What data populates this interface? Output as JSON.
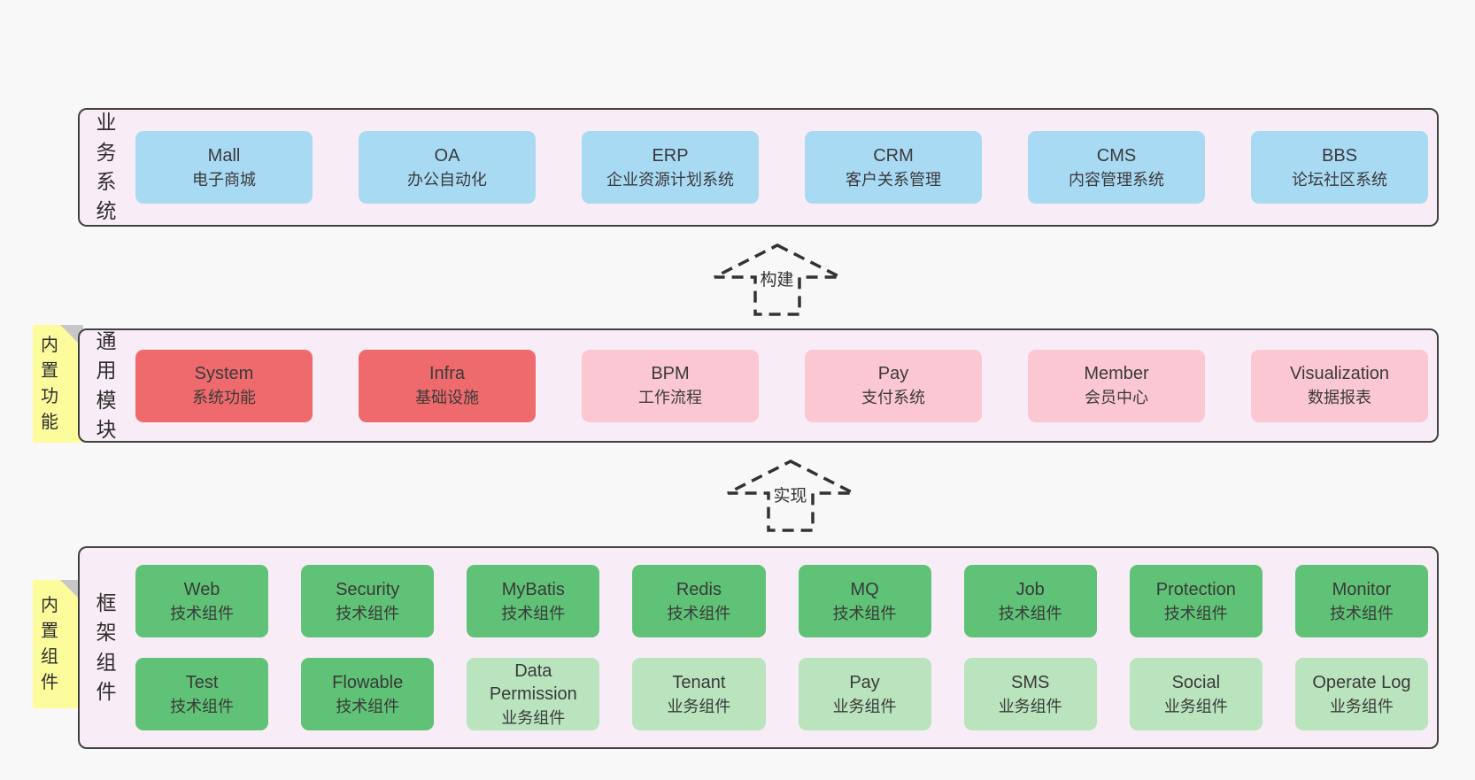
{
  "colors": {
    "page-bg": "#f8f8f8",
    "container-bg": "#f8edf6",
    "container-border": "#414141",
    "arrow": "#333333",
    "sticky": "#fcfc9d",
    "sticky-fold": "#c7c7c7",
    "text": "#3a3a3a",
    "blue": "#a9daf4",
    "red": "#ee6a6d",
    "pink": "#fbc7d2",
    "green": "#5fc276",
    "green-light": "#b9e4bd"
  },
  "arrows": [
    {
      "label": "构建"
    },
    {
      "label": "实现"
    }
  ],
  "layers": [
    {
      "label": "业务系统",
      "sticky": null,
      "rows": [
        [
          {
            "title": "Mall",
            "subtitle": "电子商城",
            "variant": "blue"
          },
          {
            "title": "OA",
            "subtitle": "办公自动化",
            "variant": "blue"
          },
          {
            "title": "ERP",
            "subtitle": "企业资源计划系统",
            "variant": "blue"
          },
          {
            "title": "CRM",
            "subtitle": "客户关系管理",
            "variant": "blue"
          },
          {
            "title": "CMS",
            "subtitle": "内容管理系统",
            "variant": "blue"
          },
          {
            "title": "BBS",
            "subtitle": "论坛社区系统",
            "variant": "blue"
          }
        ]
      ]
    },
    {
      "label": "通用模块",
      "sticky": "内置功能",
      "rows": [
        [
          {
            "title": "System",
            "subtitle": "系统功能",
            "variant": "red"
          },
          {
            "title": "Infra",
            "subtitle": "基础设施",
            "variant": "red"
          },
          {
            "title": "BPM",
            "subtitle": "工作流程",
            "variant": "pink"
          },
          {
            "title": "Pay",
            "subtitle": "支付系统",
            "variant": "pink"
          },
          {
            "title": "Member",
            "subtitle": "会员中心",
            "variant": "pink"
          },
          {
            "title": "Visualization",
            "subtitle": "数据报表",
            "variant": "pink"
          }
        ]
      ]
    },
    {
      "label": "框架组件",
      "sticky": "内置组件",
      "rows": [
        [
          {
            "title": "Web",
            "subtitle": "技术组件",
            "variant": "green"
          },
          {
            "title": "Security",
            "subtitle": "技术组件",
            "variant": "green"
          },
          {
            "title": "MyBatis",
            "subtitle": "技术组件",
            "variant": "green"
          },
          {
            "title": "Redis",
            "subtitle": "技术组件",
            "variant": "green"
          },
          {
            "title": "MQ",
            "subtitle": "技术组件",
            "variant": "green"
          },
          {
            "title": "Job",
            "subtitle": "技术组件",
            "variant": "green"
          },
          {
            "title": "Protection",
            "subtitle": "技术组件",
            "variant": "green"
          },
          {
            "title": "Monitor",
            "subtitle": "技术组件",
            "variant": "green"
          }
        ],
        [
          {
            "title": "Test",
            "subtitle": "技术组件",
            "variant": "green"
          },
          {
            "title": "Flowable",
            "subtitle": "技术组件",
            "variant": "green"
          },
          {
            "title": "Data Permission",
            "subtitle": "业务组件",
            "variant": "green-light"
          },
          {
            "title": "Tenant",
            "subtitle": "业务组件",
            "variant": "green-light"
          },
          {
            "title": "Pay",
            "subtitle": "业务组件",
            "variant": "green-light"
          },
          {
            "title": "SMS",
            "subtitle": "业务组件",
            "variant": "green-light"
          },
          {
            "title": "Social",
            "subtitle": "业务组件",
            "variant": "green-light"
          },
          {
            "title": "Operate Log",
            "subtitle": "业务组件",
            "variant": "green-light"
          }
        ]
      ]
    }
  ]
}
